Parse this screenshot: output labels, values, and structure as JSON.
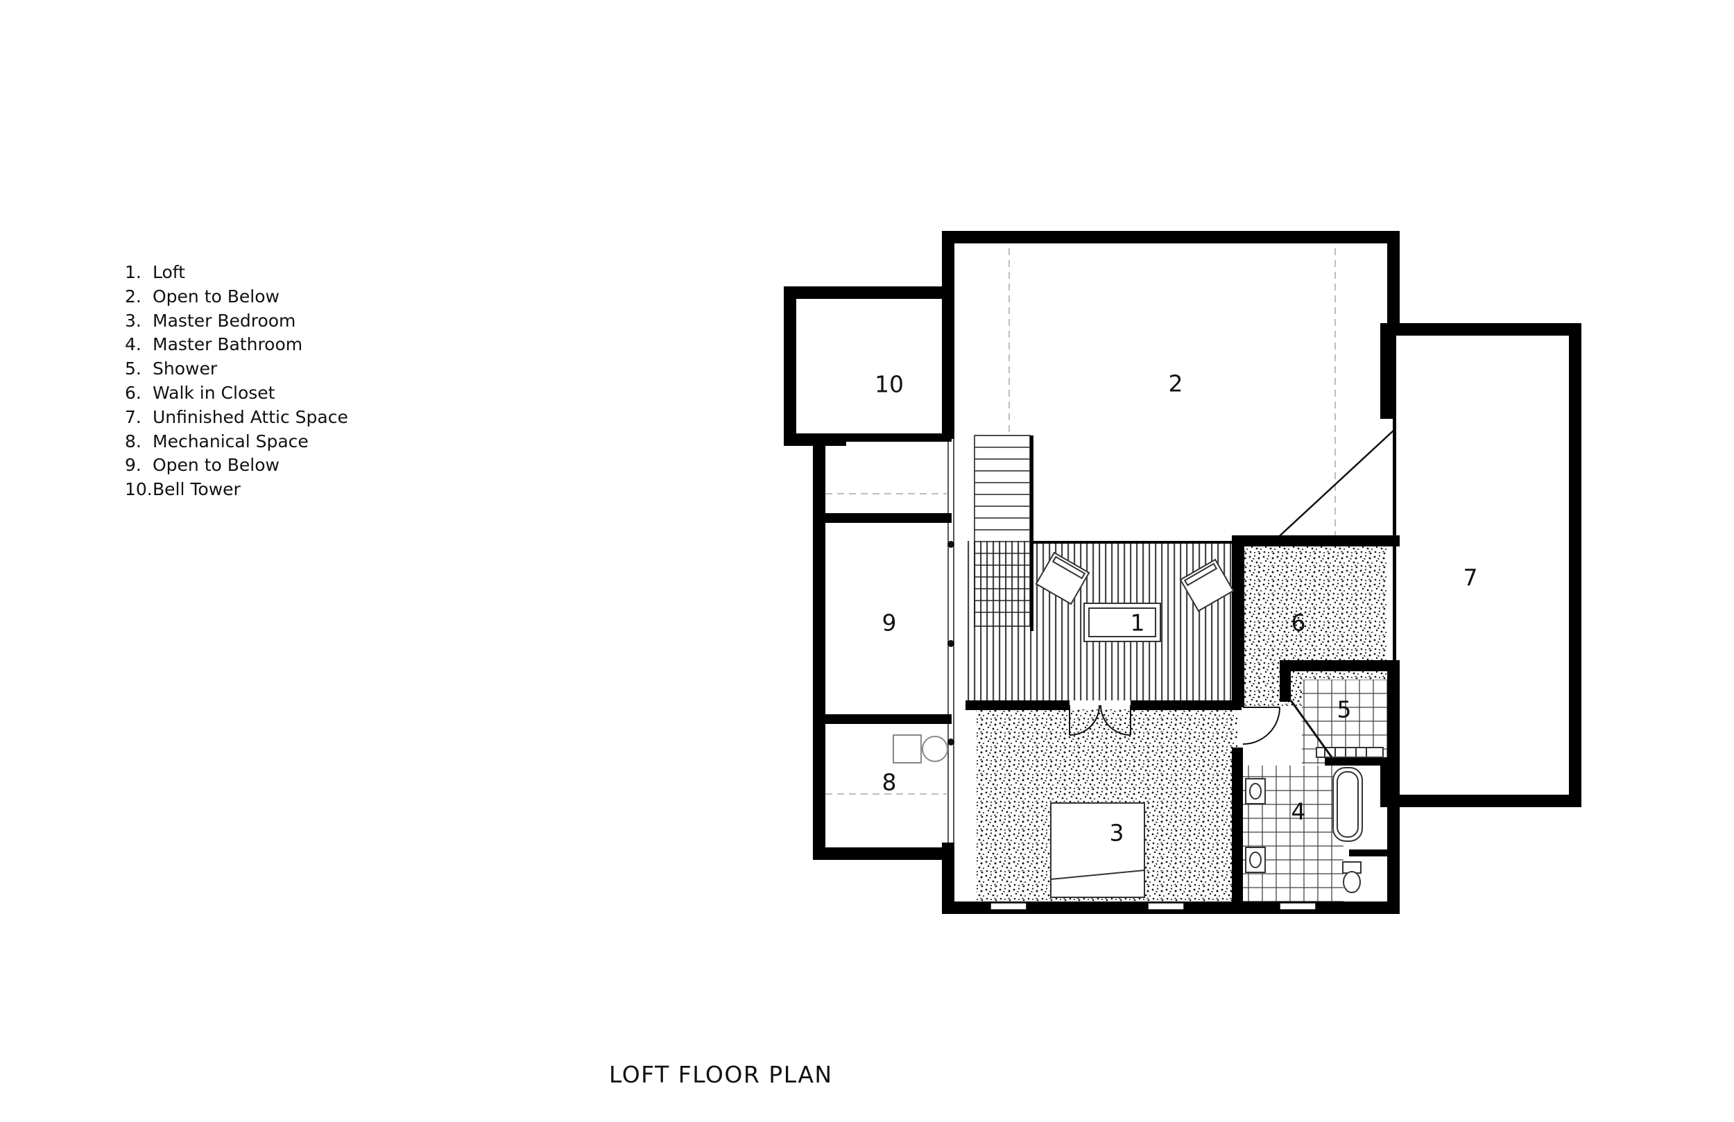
{
  "legend": [
    {
      "num": "1.",
      "name": "Loft"
    },
    {
      "num": "2.",
      "name": "Open to Below"
    },
    {
      "num": "3.",
      "name": "Master Bedroom"
    },
    {
      "num": "4.",
      "name": "Master Bathroom"
    },
    {
      "num": "5.",
      "name": "Shower"
    },
    {
      "num": "6.",
      "name": "Walk in Closet"
    },
    {
      "num": "7.",
      "name": "Unfinished Attic Space"
    },
    {
      "num": "8.",
      "name": "Mechanical Space"
    },
    {
      "num": "9.",
      "name": "Open to Below"
    },
    {
      "num": "10.",
      "name": "Bell Tower"
    }
  ],
  "rooms": {
    "r1": "1",
    "r2": "2",
    "r3": "3",
    "r4": "4",
    "r5": "5",
    "r6": "6",
    "r7": "7",
    "r8": "8",
    "r9": "9",
    "r10": "10"
  },
  "plan_title": "LOFT FLOOR PLAN"
}
